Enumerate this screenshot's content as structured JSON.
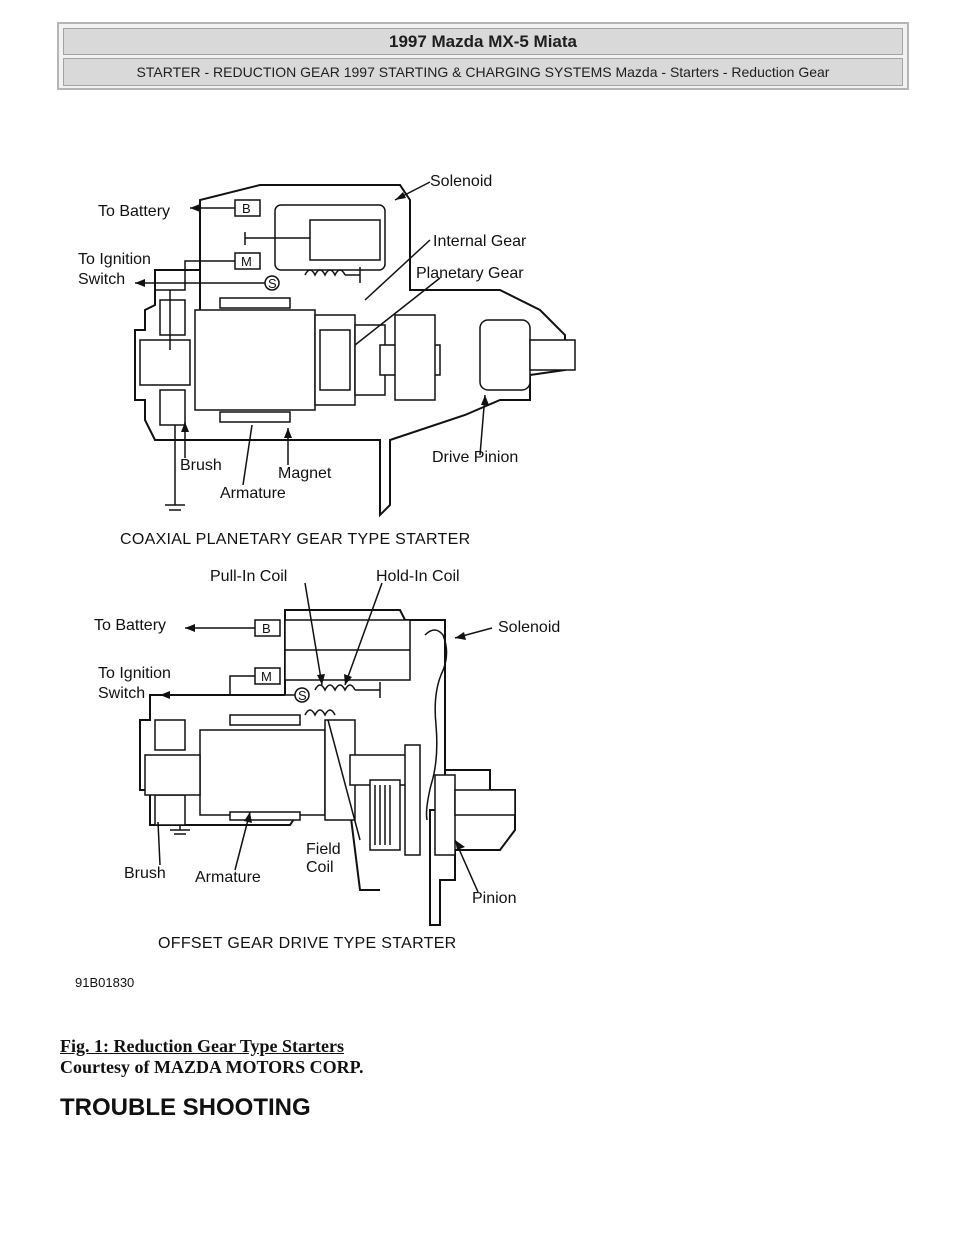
{
  "header": {
    "title": "1997 Mazda MX-5 Miata",
    "subtitle": "STARTER - REDUCTION GEAR 1997 STARTING & CHARGING SYSTEMS Mazda - Starters - Reduction Gear"
  },
  "figure": {
    "top_diagram": {
      "title": "COAXIAL PLANETARY GEAR TYPE STARTER",
      "labels": {
        "solenoid": "Solenoid",
        "to_battery": "To Battery",
        "internal_gear": "Internal Gear",
        "to_ignition_1": "To Ignition",
        "to_ignition_2": "Switch",
        "planetary_gear": "Planetary Gear",
        "brush": "Brush",
        "magnet": "Magnet",
        "armature": "Armature",
        "drive_pinion": "Drive Pinion",
        "terminal_b": "B",
        "terminal_m": "M",
        "terminal_s": "S"
      }
    },
    "bottom_diagram": {
      "title": "OFFSET GEAR DRIVE TYPE STARTER",
      "labels": {
        "pull_in_coil": "Pull-In Coil",
        "hold_in_coil": "Hold-In Coil",
        "to_battery": "To Battery",
        "solenoid": "Solenoid",
        "to_ignition_1": "To Ignition",
        "to_ignition_2": "Switch",
        "brush": "Brush",
        "armature": "Armature",
        "field_coil_1": "Field",
        "field_coil_2": "Coil",
        "pinion": "Pinion",
        "terminal_b": "B",
        "terminal_m": "M",
        "terminal_s": "S"
      }
    },
    "code": "91B01830"
  },
  "caption": {
    "line1": "Fig. 1: Reduction Gear Type Starters",
    "line2": "Courtesy of MAZDA MOTORS CORP."
  },
  "section_heading": "TROUBLE SHOOTING"
}
